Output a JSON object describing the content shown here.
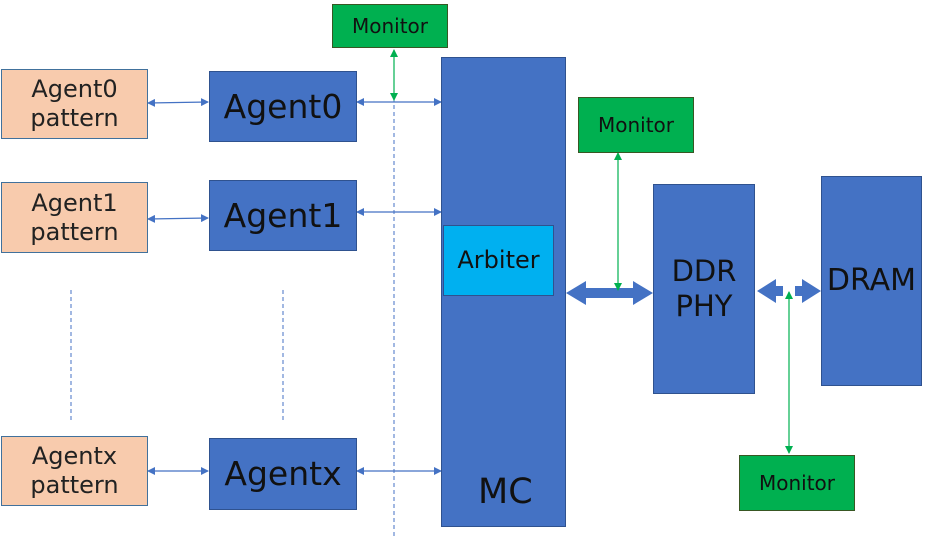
{
  "patterns": [
    {
      "label": "Agent0 pattern"
    },
    {
      "label": "Agent1 pattern"
    },
    {
      "label": "Agentx pattern"
    }
  ],
  "agents": [
    {
      "label": "Agent0"
    },
    {
      "label": "Agent1"
    },
    {
      "label": "Agentx"
    }
  ],
  "monitors": [
    {
      "label": "Monitor"
    },
    {
      "label": "Monitor"
    },
    {
      "label": "Monitor"
    }
  ],
  "mc": {
    "label": "MC"
  },
  "arbiter": {
    "label": "Arbiter"
  },
  "phy": {
    "label": "DDR PHY"
  },
  "dram": {
    "label": "DRAM"
  },
  "colors": {
    "block_blue": "#4472c4",
    "pattern_peach": "#f8cbad",
    "monitor_green": "#00b050",
    "arbiter_cyan": "#00b0f0",
    "link_blue": "#4472c4",
    "monitor_link_green": "#00b050"
  }
}
